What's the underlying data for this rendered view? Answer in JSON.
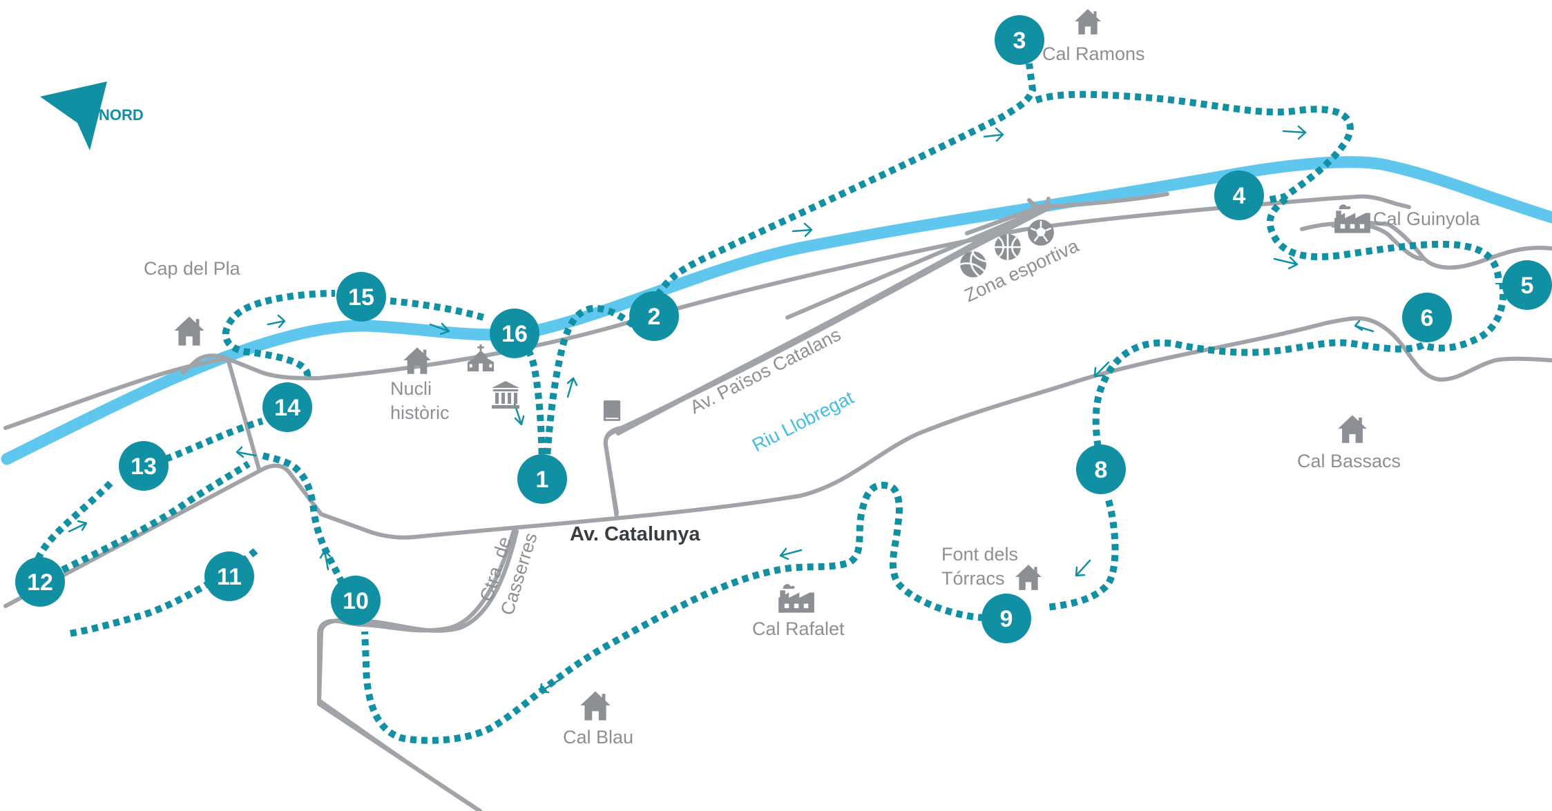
{
  "colors": {
    "route": "#1190a3",
    "river": "#5fc7ee",
    "road": "#a0a3a7",
    "label": "#8c8f93",
    "main_road_label": "#3a3d40"
  },
  "north": {
    "label": "NORD"
  },
  "river": {
    "label": "Riu Llobregat"
  },
  "roads": {
    "av_catalunya": "Av. Catalunya",
    "av_paisos": "Av. Països Catalans",
    "ctra_line1": "Ctra. de",
    "ctra_line2": "Casserres"
  },
  "places": {
    "cal_ramons": "Cal Ramons",
    "cal_guinyola": "Cal Guinyola",
    "cal_bassacs": "Cal Bassacs",
    "font_line1": "Font dels",
    "font_line2": "Tórracs",
    "cal_rafalet": "Cal Rafalet",
    "cal_blau": "Cal Blau",
    "cap_del_pla": "Cap del Pla",
    "nucli_line1": "Nucli",
    "nucli_line2": "històric",
    "zona_esportiva": "Zona esportiva"
  },
  "icons": {
    "house": "house-icon",
    "factory": "factory-icon",
    "church": "church-icon",
    "museum": "museum-icon",
    "book": "book-icon",
    "volleyball": "volleyball-icon",
    "basketball": "basketball-icon",
    "football": "football-icon",
    "north_arrow": "north-arrow-icon"
  },
  "stops": [
    "1",
    "2",
    "3",
    "4",
    "5",
    "6",
    "8",
    "9",
    "10",
    "11",
    "12",
    "13",
    "14",
    "15",
    "16"
  ]
}
